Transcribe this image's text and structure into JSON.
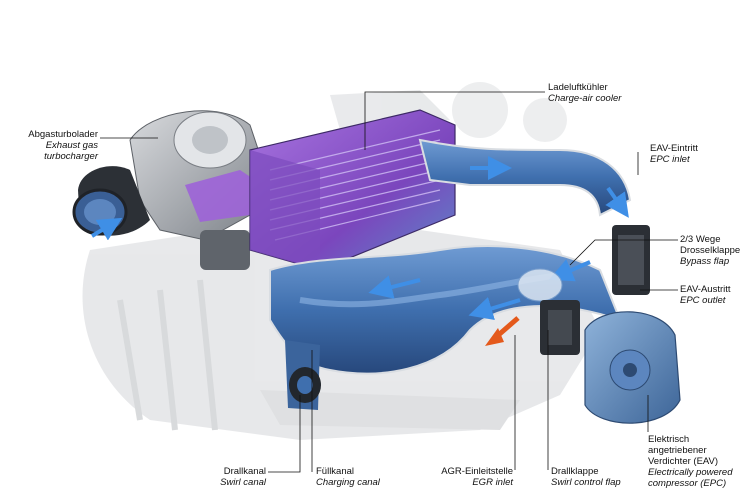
{
  "labels": {
    "turbocharger": {
      "de": "Abgasturbolader",
      "en": "Exhaust gas turbocharger"
    },
    "charge_air_cooler": {
      "de": "Ladeluftkühler",
      "en": "Charge-air cooler"
    },
    "epc_inlet": {
      "de": "EAV-Eintritt",
      "en": "EPC inlet"
    },
    "bypass_flap": {
      "de": "2/3 Wege Drosselklappe",
      "en": "Bypass flap"
    },
    "epc_outlet": {
      "de": "EAV-Austritt",
      "en": "EPC outlet"
    },
    "epc": {
      "de": "Elektrisch angetriebener Verdichter (EAV)",
      "en": "Electrically powered compressor (EPC)"
    },
    "swirl_canal": {
      "de": "Drallkanal",
      "en": "Swirl canal"
    },
    "charging_canal": {
      "de": "Füllkanal",
      "en": "Charging canal"
    },
    "egr_inlet": {
      "de": "AGR-Einleitstelle",
      "en": "EGR inlet"
    },
    "swirl_flap": {
      "de": "Drallklappe",
      "en": "Swirl control flap"
    }
  },
  "colors": {
    "duct": "#4a78b4",
    "duct_dark": "#2c4f85",
    "cooler": "#8a54c8",
    "cooler_dark": "#5a2f90",
    "engine": "#c9ccd0",
    "flow_arrow": "#3f8fe6",
    "egr_arrow": "#e4591b"
  }
}
